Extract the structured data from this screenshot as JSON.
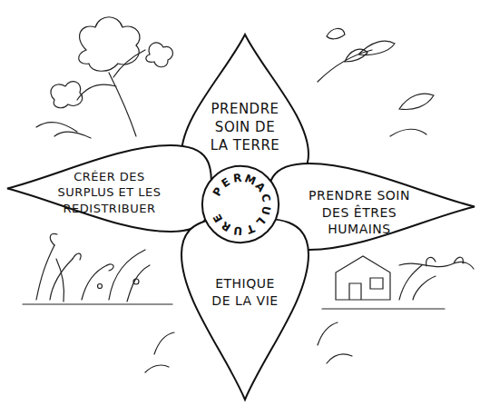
{
  "diagram": {
    "nodes": [
      {
        "text": [
          "PRENDRE SOIN DE LA TERRE"
        ]
      },
      {
        "text": [
          "CRÉER DES SURPLUS ET LES REDISTRIBUER"
        ]
      },
      {
        "text": [
          "PERMACULTURE"
        ]
      },
      {
        "text": [
          "PRENDRE SOIN DES ÊTRES HUMAINS"
        ]
      },
      {
        "text": [
          "ETHIQUE DE LA VIE"
        ]
      }
    ]
  }
}
